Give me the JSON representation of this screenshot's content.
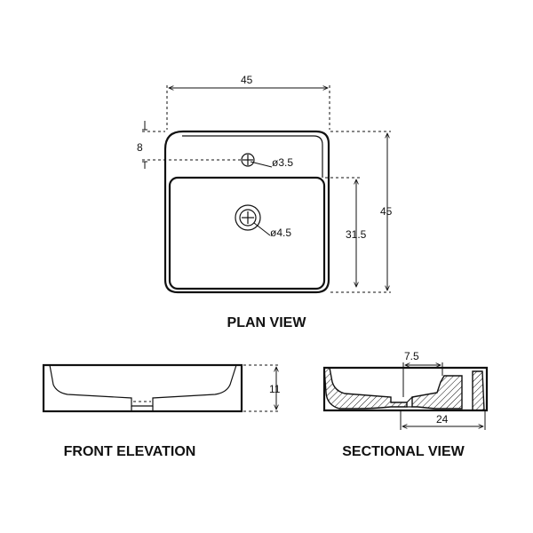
{
  "views": {
    "plan_title": "PLAN VIEW",
    "front_title": "FRONT ELEVATION",
    "section_title": "SECTIONAL VIEW"
  },
  "dimensions": {
    "plan_width": "45",
    "plan_depth": "45",
    "tap_offset": "8",
    "tap_hole": "ø3.5",
    "drain_hole": "ø4.5",
    "bowl_depth": "31.5",
    "height": "11",
    "section_offset": "7.5",
    "section_width": "24"
  }
}
